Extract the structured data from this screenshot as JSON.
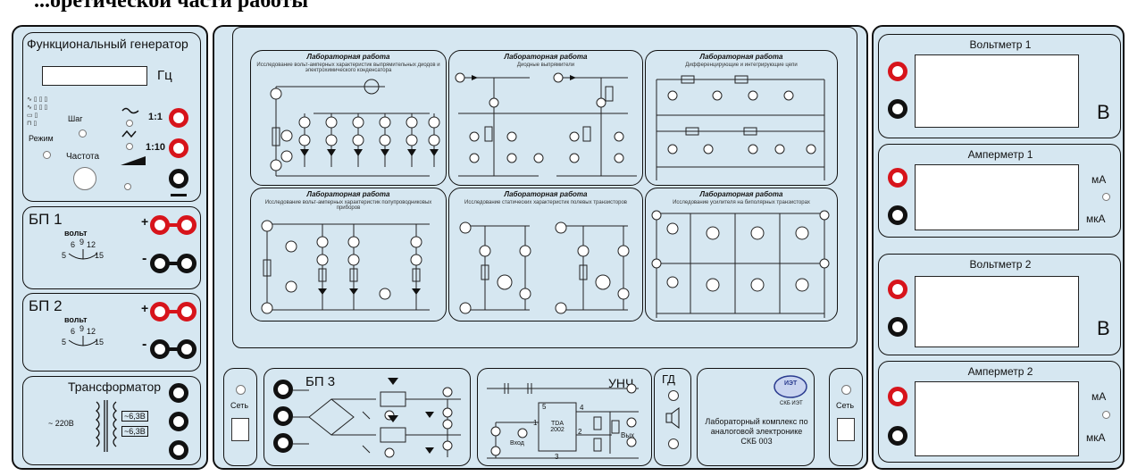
{
  "caption": "...оретической части работы",
  "func_gen": {
    "title": "Функциональный генератор",
    "freq_unit": "Гц",
    "step_label": "Шаг",
    "mode_label": "Режим",
    "freq_label": "Частота",
    "ratio_1": "1:1",
    "ratio_10": "1:10"
  },
  "psu1": {
    "title": "БП 1",
    "unit": "вольт",
    "s6": "6",
    "s9": "9",
    "s12": "12",
    "s5": "5",
    "s15": "15",
    "plus": "+",
    "minus": "-"
  },
  "psu2": {
    "title": "БП 2",
    "unit": "вольт",
    "s6": "6",
    "s9": "9",
    "s12": "12",
    "s5": "5",
    "s15": "15",
    "plus": "+",
    "minus": "-"
  },
  "transformer": {
    "title": "Трансформатор",
    "primary": "~ 220В",
    "sec1": "~6,3В",
    "sec2": "~6,3В"
  },
  "boards": [
    {
      "title": "Лабораторная работа",
      "subtitle": "Исследование вольт-амперных характеристик выпрямительных диодов и электрохимического конденсатора"
    },
    {
      "title": "Лабораторная работа",
      "subtitle": "Диодные выпрямители"
    },
    {
      "title": "Лабораторная работа",
      "subtitle": "Дифференцирующие и интегрирующие цепи"
    },
    {
      "title": "Лабораторная работа",
      "subtitle": "Исследование вольт-амперных характеристик полупроводниковых приборов"
    },
    {
      "title": "Лабораторная работа",
      "subtitle": "Исследование статических характеристик полевых транзисторов"
    },
    {
      "title": "Лабораторная работа",
      "subtitle": "Исследование усилителя на биполярных транзисторах"
    }
  ],
  "power_left": {
    "label": "Сеть"
  },
  "power_right": {
    "label": "Сеть"
  },
  "psu3": {
    "title": "БП 3"
  },
  "amp": {
    "title": "УНЧ",
    "chip": "TDA 2002",
    "pin5": "5",
    "pin4": "4",
    "pin1": "1",
    "pin2": "2",
    "pin3": "3",
    "in_label": "Вход",
    "out_label": "Вых"
  },
  "gd": {
    "title": "ГД"
  },
  "info": {
    "logo": "ИЭТ",
    "org": "СКБ ИЭТ",
    "line1": "Лабораторный комплекс по",
    "line2": "аналоговой электронике",
    "line3": "СКБ 003"
  },
  "voltmeter1": {
    "title": "Вольтметр 1",
    "unit": "В"
  },
  "ammeter1": {
    "title": "Амперметр 1",
    "unit_ma": "мА",
    "unit_ua": "мкА"
  },
  "voltmeter2": {
    "title": "Вольтметр 2",
    "unit": "В"
  },
  "ammeter2": {
    "title": "Амперметр 2",
    "unit_ma": "мА",
    "unit_ua": "мкА"
  }
}
